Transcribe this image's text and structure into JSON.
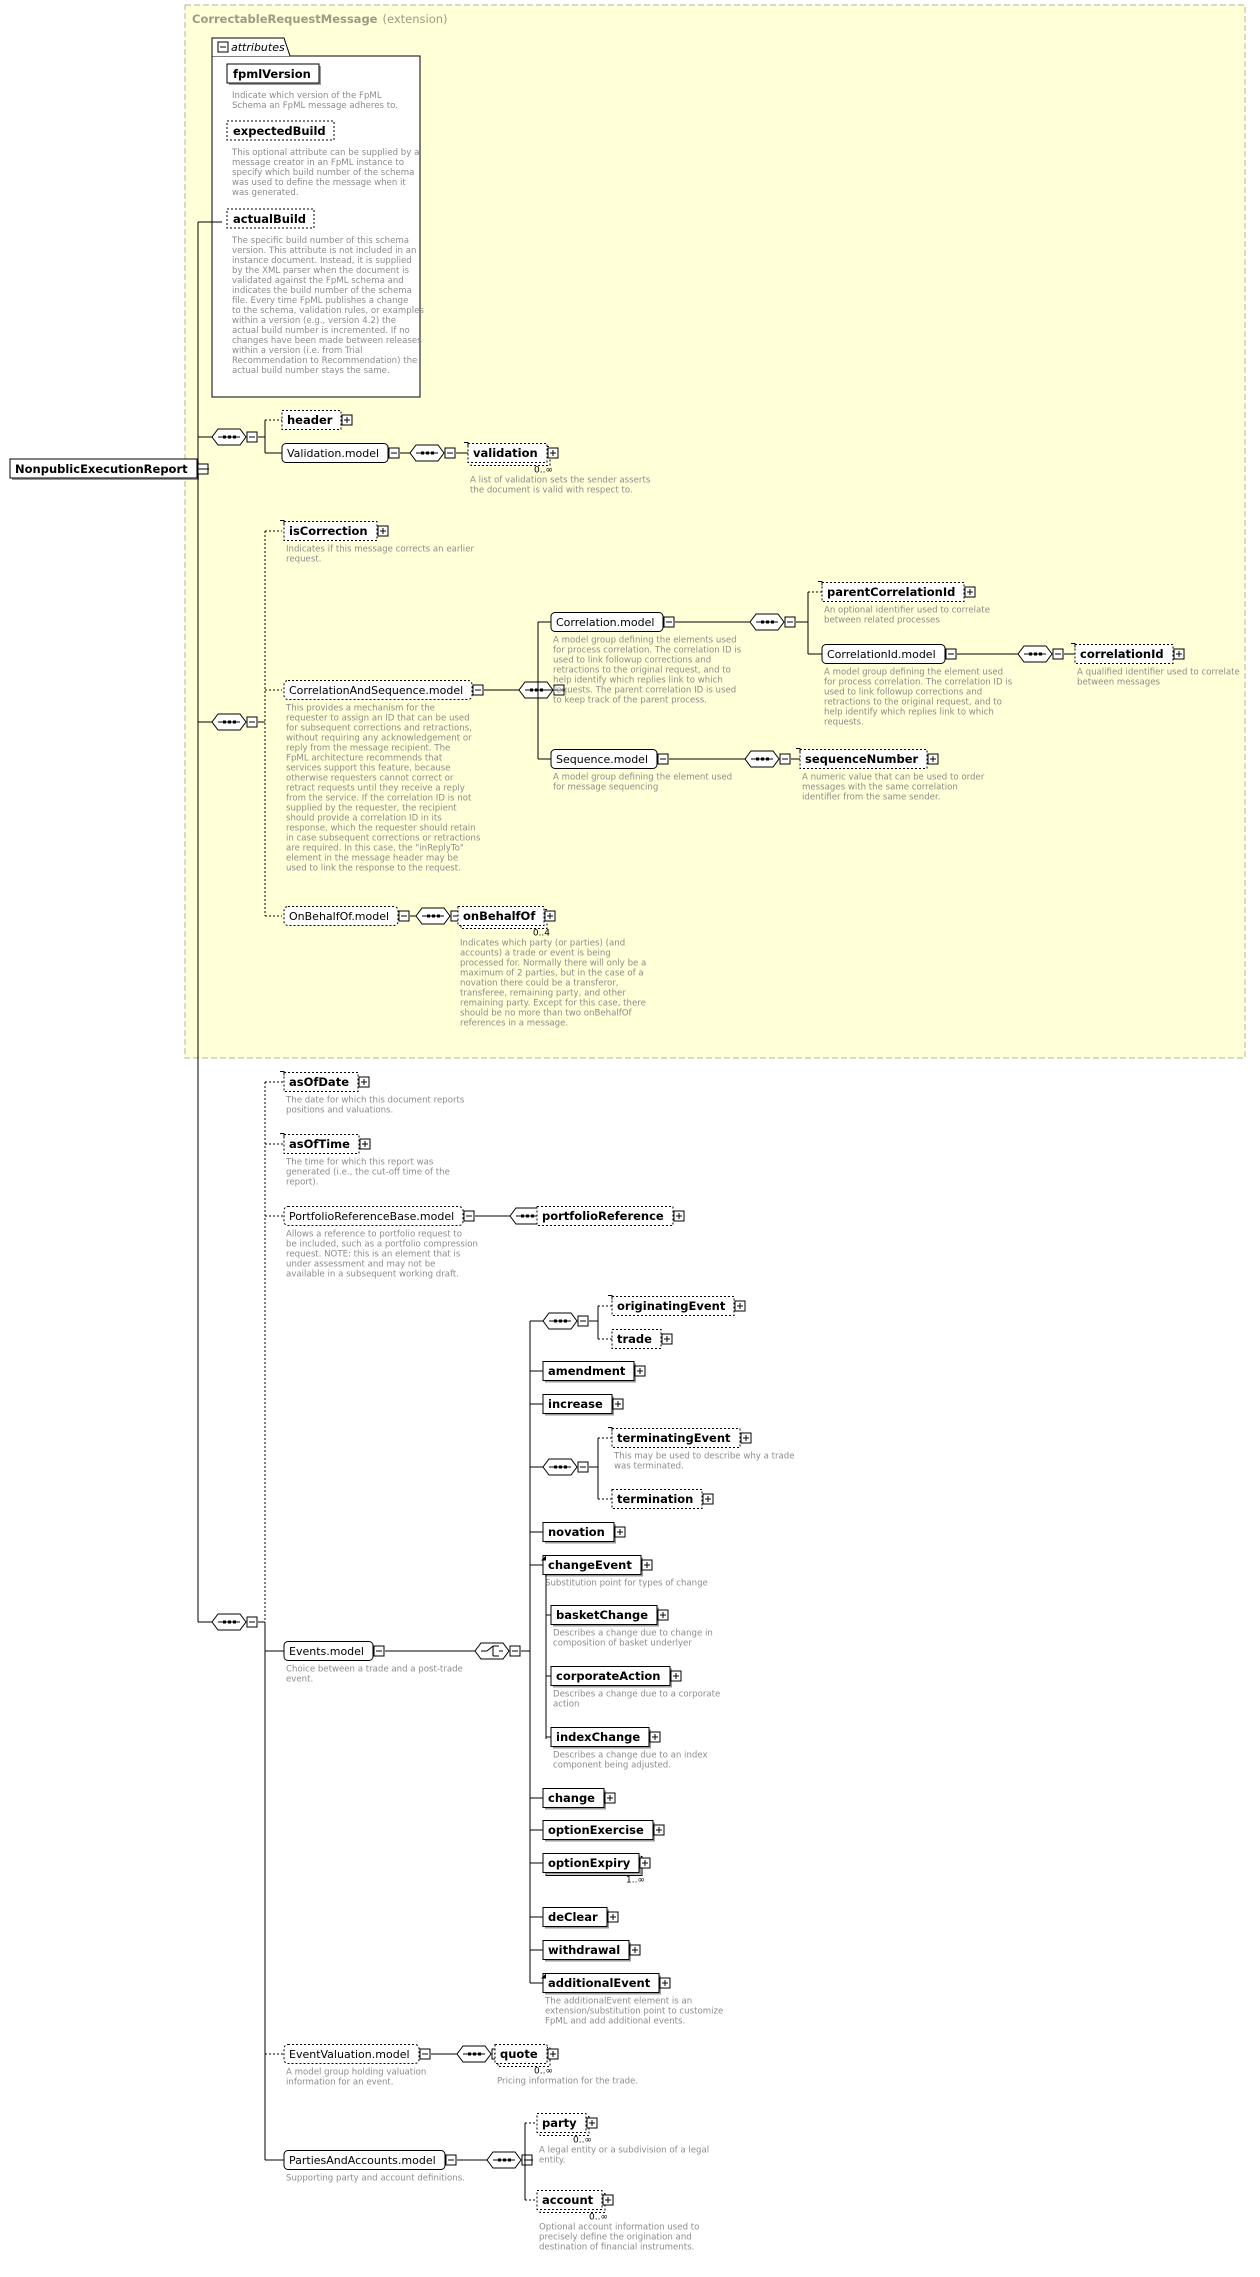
{
  "colors": {
    "extension_bg": "#ffffd8",
    "extension_border": "#b4b490",
    "line": "#000000",
    "desc_text": "#8c8c8c",
    "extension_title": "#9b9b86"
  },
  "icons": {
    "expand": "plus-box-icon",
    "collapse": "minus-box-icon",
    "sequence": "sequence-compositor-icon",
    "choice": "choice-compositor-icon"
  },
  "root": {
    "name": "NonpublicExecutionReport"
  },
  "extension": {
    "name": "CorrectableRequestMessage",
    "suffix": "(extension)"
  },
  "attributes": {
    "label": "attributes",
    "items": [
      {
        "name": "fpmlVersion",
        "desc": [
          "Indicate which version of the FpML",
          "Schema an FpML message adheres to."
        ]
      },
      {
        "name": "expectedBuild",
        "desc": [
          "This optional attribute can be supplied by a",
          "message creator in an FpML instance to",
          "specify which build number of the schema",
          "was used to define the message when it",
          "was generated."
        ]
      },
      {
        "name": "actualBuild",
        "desc": [
          "The specific build number of this schema",
          "version. This attribute is not included in an",
          "instance document. Instead, it is supplied",
          "by the XML parser when the document is",
          "validated against the FpML schema and",
          "indicates the build number of the schema",
          "file. Every time FpML publishes a change",
          "to the schema, validation rules, or examples",
          "within a version (e.g., version 4.2) the",
          "actual build number is incremented. If no",
          "changes have been made between releases",
          "within a version (i.e. from Trial",
          "Recommendation to Recommendation) the",
          "actual build number stays the same."
        ]
      }
    ]
  },
  "nodes": {
    "header": {
      "name": "header"
    },
    "validation_model": {
      "name": "Validation.model"
    },
    "validation": {
      "name": "validation",
      "card": "0..∞",
      "desc": [
        "A list of validation sets the sender asserts",
        "the document is valid with respect to."
      ]
    },
    "isCorrection": {
      "name": "isCorrection",
      "desc": [
        "Indicates if this message corrects an earlier",
        "request."
      ]
    },
    "cas_model": {
      "name": "CorrelationAndSequence.model",
      "desc": [
        "This provides a mechanism for the",
        "requester to assign an ID that can be used",
        "for subsequent corrections and retractions,",
        "without requiring any acknowledgement or",
        "reply from the message recipient. The",
        "FpML architecture recommends that",
        "services support this feature, because",
        "otherwise requesters cannot correct or",
        "retract requests until they receive a reply",
        "from the service. If the correlation ID is not",
        "supplied by the requester, the recipient",
        "should provide a correlation ID in its",
        "response, which the requester should retain",
        "in case subsequent corrections or retractions",
        "are required. In this case, the \"inReplyTo\"",
        "element in the message header may be",
        "used to link the response to the request."
      ]
    },
    "correlation_model": {
      "name": "Correlation.model",
      "desc": [
        "A model group defining the elements used",
        "for process correlation. The correlation ID is",
        "used to link followup corrections and",
        "retractions to the original request, and to",
        "help identify which replies link to which",
        "requests. The parent correlation ID is used",
        "to keep track of the parent process."
      ]
    },
    "parentCorrelationId": {
      "name": "parentCorrelationId",
      "desc": [
        "An optional identifier used to correlate",
        "between related processes"
      ]
    },
    "correlationId_model": {
      "name": "CorrelationId.model",
      "desc": [
        "A model group defining the element used",
        "for process correlation. The correlation ID is",
        "used to link followup corrections and",
        "retractions to the original request, and to",
        "help identify which replies link to which",
        "requests."
      ]
    },
    "correlationId": {
      "name": "correlationId",
      "desc": [
        "A qualified identifier used to correlate",
        "between messages"
      ]
    },
    "sequence_model": {
      "name": "Sequence.model",
      "desc": [
        "A model group defining the element used",
        "for message sequencing"
      ]
    },
    "sequenceNumber": {
      "name": "sequenceNumber",
      "desc": [
        "A numeric value that can be used to order",
        "messages with the same correlation",
        "identifier from the same sender."
      ]
    },
    "onBehalfOf_model": {
      "name": "OnBehalfOf.model"
    },
    "onBehalfOf": {
      "name": "onBehalfOf",
      "card": "0..4",
      "desc": [
        "Indicates which party (or parties) (and",
        "accounts) a trade or event is being",
        "processed for. Normally there will only be a",
        "maximum of 2 parties, but in the case of a",
        "novation there could be a transferor,",
        "transferee, remaining party, and other",
        "remaining party. Except for this case, there",
        "should be no more than two onBehalfOf",
        "references in a message."
      ]
    },
    "asOfDate": {
      "name": "asOfDate",
      "desc": [
        "The date for which this document reports",
        "positions and valuations."
      ]
    },
    "asOfTime": {
      "name": "asOfTime",
      "desc": [
        "The time for which this report was",
        "generated (i.e., the cut-off time of the",
        "report)."
      ]
    },
    "portfolio_model": {
      "name": "PortfolioReferenceBase.model",
      "desc": [
        "Allows a reference to portfolio request to",
        "be included, such as a portfolio compression",
        "request. NOTE: this is an element that is",
        "under assessment and may not be",
        "available in a subsequent working draft."
      ]
    },
    "portfolioReference": {
      "name": "portfolioReference"
    },
    "events_model": {
      "name": "Events.model",
      "desc": [
        "Choice between a trade and a post-trade",
        "event."
      ]
    },
    "originatingEvent": {
      "name": "originatingEvent"
    },
    "trade": {
      "name": "trade"
    },
    "amendment": {
      "name": "amendment"
    },
    "increase": {
      "name": "increase"
    },
    "terminatingEvent": {
      "name": "terminatingEvent",
      "desc": [
        "This may be used to describe why a trade",
        "was terminated."
      ]
    },
    "termination": {
      "name": "termination"
    },
    "novation": {
      "name": "novation"
    },
    "changeEvent": {
      "name": "changeEvent",
      "desc": [
        "Substitution point for types of change"
      ]
    },
    "basketChange": {
      "name": "basketChange",
      "desc": [
        "Describes a change due to change in",
        "composition of basket underlyer"
      ]
    },
    "corporateAction": {
      "name": "corporateAction",
      "desc": [
        "Describes a change due to a corporate",
        "action"
      ]
    },
    "indexChange": {
      "name": "indexChange",
      "desc": [
        "Describes a change due to an index",
        "component being adjusted."
      ]
    },
    "change": {
      "name": "change"
    },
    "optionExercise": {
      "name": "optionExercise"
    },
    "optionExpiry": {
      "name": "optionExpiry",
      "card": "1..∞"
    },
    "deClear": {
      "name": "deClear"
    },
    "withdrawal": {
      "name": "withdrawal"
    },
    "additionalEvent": {
      "name": "additionalEvent",
      "desc": [
        "The additionalEvent element is an",
        "extension/substitution point to customize",
        "FpML and add additional events."
      ]
    },
    "eventValuation_model": {
      "name": "EventValuation.model",
      "desc": [
        "A model group holding valuation",
        "information for an event."
      ]
    },
    "quote": {
      "name": "quote",
      "card": "0..∞",
      "desc": [
        "Pricing information for the trade."
      ]
    },
    "pa_model": {
      "name": "PartiesAndAccounts.model",
      "desc": [
        "Supporting party and account definitions."
      ]
    },
    "party": {
      "name": "party",
      "card": "0..∞",
      "desc": [
        "A legal entity or a subdivision of a legal",
        "entity."
      ]
    },
    "account": {
      "name": "account",
      "card": "0..∞",
      "desc": [
        "Optional account information used to",
        "precisely define the origination and",
        "destination of financial instruments."
      ]
    }
  }
}
